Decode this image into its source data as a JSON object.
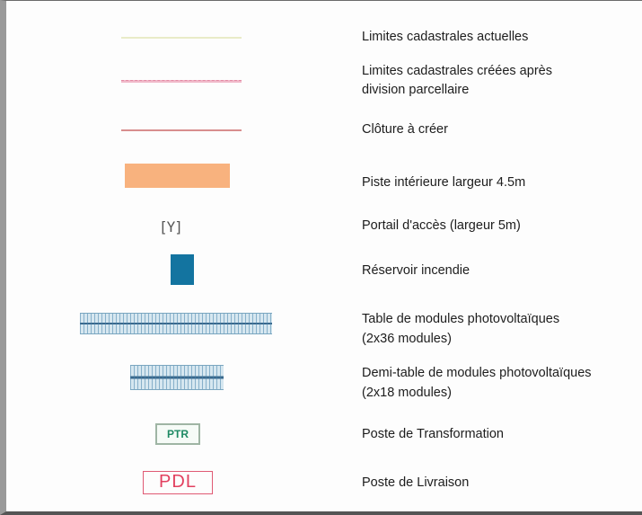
{
  "legend": {
    "items": [
      {
        "id": "cadastral-actual",
        "symbol": "line",
        "color": "#e9ebc8",
        "label": "Limites cadastrales actuelles"
      },
      {
        "id": "cadastral-new",
        "symbol": "dashed-line",
        "color": "#e38aa5",
        "label_line1": "Limites cadastrales créées après",
        "label_line2": "division parcellaire"
      },
      {
        "id": "fence",
        "symbol": "line",
        "color": "#d88e8e",
        "label": "Clôture à créer"
      },
      {
        "id": "piste",
        "symbol": "rectangle",
        "color": "#f8b27e",
        "label": "Piste intérieure largeur 4.5m"
      },
      {
        "id": "gate",
        "symbol": "gate-glyph",
        "glyph": "[Y]",
        "label": "Portail d'accès (largeur 5m)"
      },
      {
        "id": "reservoir",
        "symbol": "square",
        "color": "#1374a0",
        "label": "Réservoir incendie"
      },
      {
        "id": "table-full",
        "symbol": "pv-table",
        "color": "#d6e7f0",
        "label_line1": "Table de modules photovoltaïques",
        "label_line2": "(2x36 modules)"
      },
      {
        "id": "table-half",
        "symbol": "pv-half-table",
        "color": "#d6e7f0",
        "label_line1": "Demi-table de modules photovoltaïques",
        "label_line2": "(2x18 modules)"
      },
      {
        "id": "ptr",
        "symbol": "box",
        "box_text": "PTR",
        "color": "#1e8a64",
        "label": "Poste de Transformation"
      },
      {
        "id": "pdl",
        "symbol": "box",
        "box_text": "PDL",
        "color": "#e2405f",
        "label": "Poste de Livraison"
      }
    ]
  }
}
